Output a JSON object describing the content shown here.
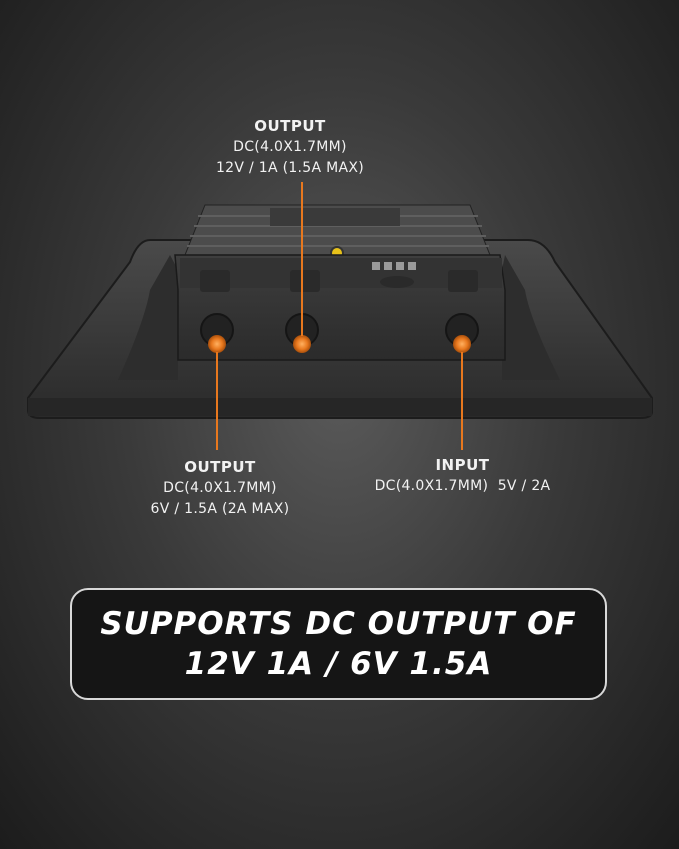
{
  "callouts": {
    "top": {
      "title": "OUTPUT",
      "line1": "DC(4.0X1.7MM)",
      "line2": "12V / 1A (1.5A MAX)"
    },
    "left": {
      "title": "OUTPUT",
      "line1": "DC(4.0X1.7MM)",
      "line2": "6V / 1.5A (2A MAX)"
    },
    "right": {
      "title": "INPUT",
      "line1": "DC(4.0X1.7MM)  5V / 2A"
    }
  },
  "banner": {
    "line1": "SUPPORTS DC OUTPUT OF",
    "line2": "12V 1A / 6V 1.5A"
  },
  "colors": {
    "accent": "#e8781e",
    "background": "#2e2e2e",
    "device_body": "#3c3c3c"
  }
}
